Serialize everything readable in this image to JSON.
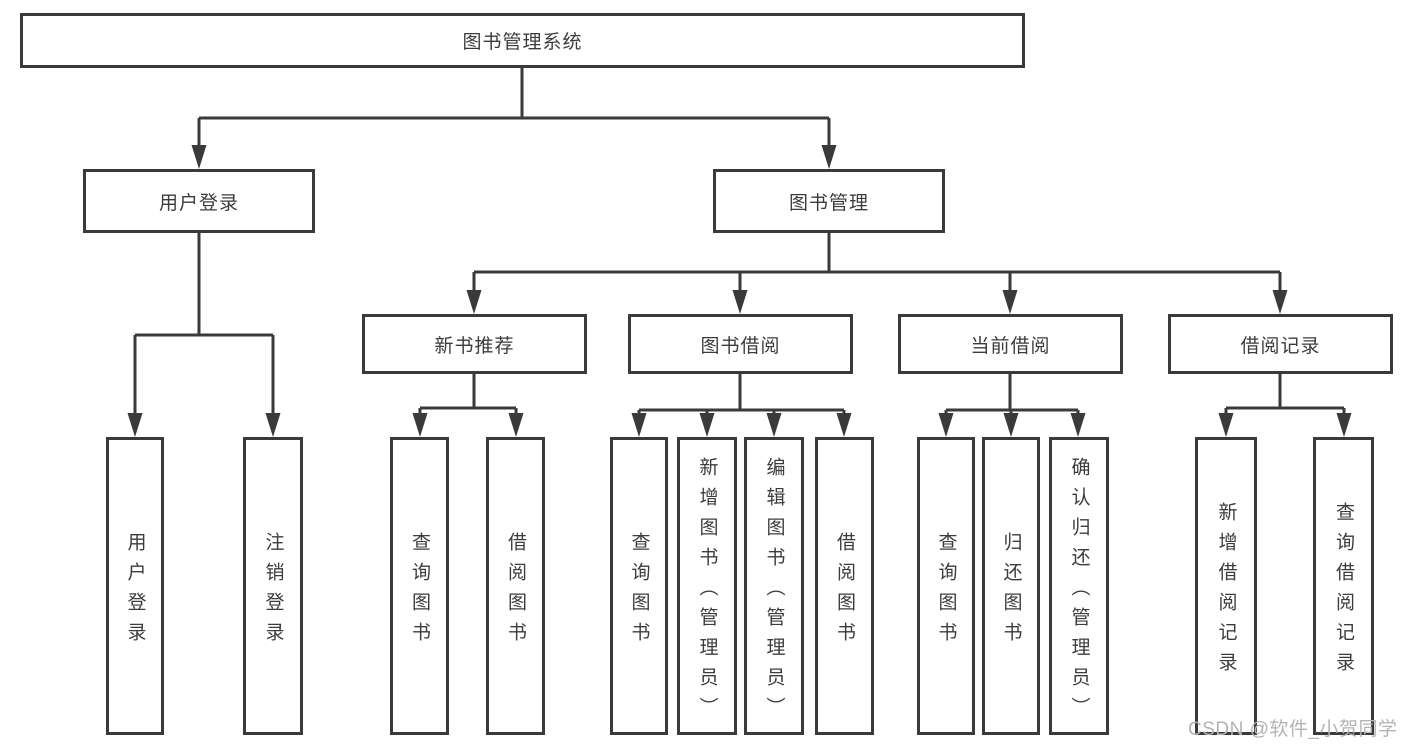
{
  "colors": {
    "line": "#3a3a3a",
    "text": "#3c3c3c",
    "watermark": "#b5b3b3",
    "background": "#ffffff"
  },
  "diagram": {
    "root": {
      "label": "图书管理系统"
    },
    "branches": [
      {
        "label": "用户登录",
        "children": [
          {
            "label": "用户登录"
          },
          {
            "label": "注销登录"
          }
        ]
      },
      {
        "label": "图书管理",
        "children": [
          {
            "label": "新书推荐",
            "children": [
              {
                "label": "查询图书"
              },
              {
                "label": "借阅图书"
              }
            ]
          },
          {
            "label": "图书借阅",
            "children": [
              {
                "label": "查询图书"
              },
              {
                "label": "新增图书（管理员）"
              },
              {
                "label": "编辑图书（管理员）"
              },
              {
                "label": "借阅图书"
              }
            ]
          },
          {
            "label": "当前借阅",
            "children": [
              {
                "label": "查询图书"
              },
              {
                "label": "归还图书"
              },
              {
                "label": "确认归还（管理员）"
              }
            ]
          },
          {
            "label": "借阅记录",
            "children": [
              {
                "label": "新增借阅记录"
              },
              {
                "label": "查询借阅记录"
              }
            ]
          }
        ]
      }
    ]
  },
  "watermark": {
    "text": "CSDN @软件_小贺同学"
  }
}
